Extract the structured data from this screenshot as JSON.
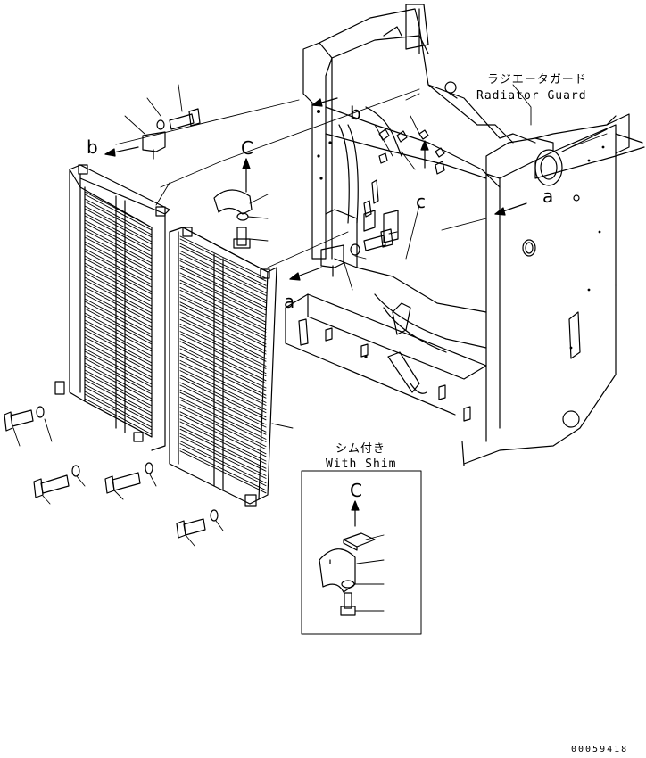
{
  "title_jp": "ラジエータガード",
  "title_en": "Radiator Guard",
  "inset": {
    "title_jp": "シム付き",
    "title_en": "With Shim",
    "callout": "C"
  },
  "callouts": {
    "a": "a",
    "b": "b",
    "c": "C",
    "c_lower": "c"
  },
  "drawing_number": "00059418"
}
